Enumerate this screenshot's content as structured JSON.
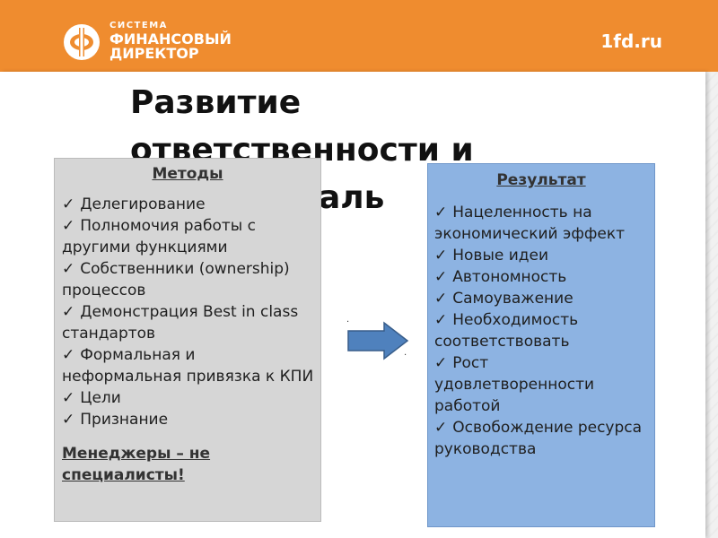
{
  "header": {
    "brand_line1": "СИСТЕМА",
    "brand_line2": "ФИНАНСОВЫЙ",
    "brand_line3": "ДИРЕКТОР",
    "site": "1fd.ru",
    "accent_color": "#ef8c2f",
    "logo_icon": "phi-logo-icon"
  },
  "slide": {
    "title_line1": "Развитие",
    "title_line2": "ответственности и",
    "title_line3": "функциональ"
  },
  "methods": {
    "heading": "Методы",
    "items": [
      "Делегирование",
      "Полномочия работы с другими функциями",
      "Собственники (ownership) процессов",
      "Демонстрация Best in class стандартов",
      "Формальная и неформальная привязка к КПИ",
      "Цели",
      "Признание"
    ],
    "note": "Менеджеры – не специалисты!",
    "box_color": "#d6d6d6"
  },
  "results": {
    "heading": "Результат",
    "items": [
      "Нацеленность на экономический эффект",
      "Новые идеи",
      "Автономность",
      "Самоуважение",
      "Необходимость соответствовать",
      "Рост удовлетворенности работой",
      "Освобождение ресурса руководства"
    ],
    "box_color": "#8db3e2"
  },
  "arrow": {
    "icon": "right-arrow-icon",
    "color": "#4f81bd"
  },
  "check_glyph": "✓"
}
